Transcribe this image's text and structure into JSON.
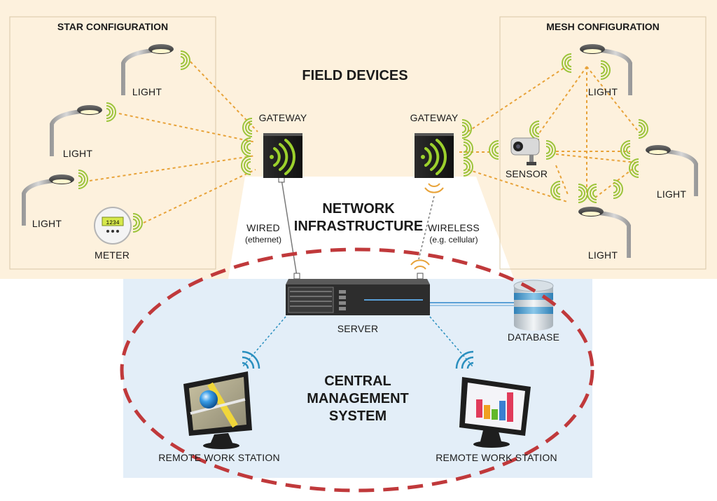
{
  "field_devices": {
    "title": "FIELD DEVICES",
    "star_title": "STAR CONFIGURATION",
    "mesh_title": "MESH CONFIGURATION",
    "light_label": "LIGHT",
    "meter_label": "METER",
    "sensor_label": "SENSOR",
    "gateway_label": "GATEWAY",
    "meter_readout": "1234"
  },
  "network": {
    "title_line1": "NETWORK",
    "title_line2": "INFRASTRUCTURE",
    "wired_label": "WIRED",
    "wired_sub": "(ethernet)",
    "wireless_label": "WIRELESS",
    "wireless_sub": "(e.g. cellular)"
  },
  "central": {
    "title_line1": "CENTRAL",
    "title_line2": "MANAGEMENT",
    "title_line3": "SYSTEM",
    "server_label": "SERVER",
    "database_label": "DATABASE",
    "workstation_label": "REMOTE WORK STATION"
  },
  "colors": {
    "field_bg": "#fdf1dd",
    "central_bg": "#e3eef8",
    "link_dashes": "#e8a33a",
    "signal_green": "#9cc43a",
    "signal_blue": "#2a8fbf",
    "ellipse_red": "#c0393b"
  }
}
